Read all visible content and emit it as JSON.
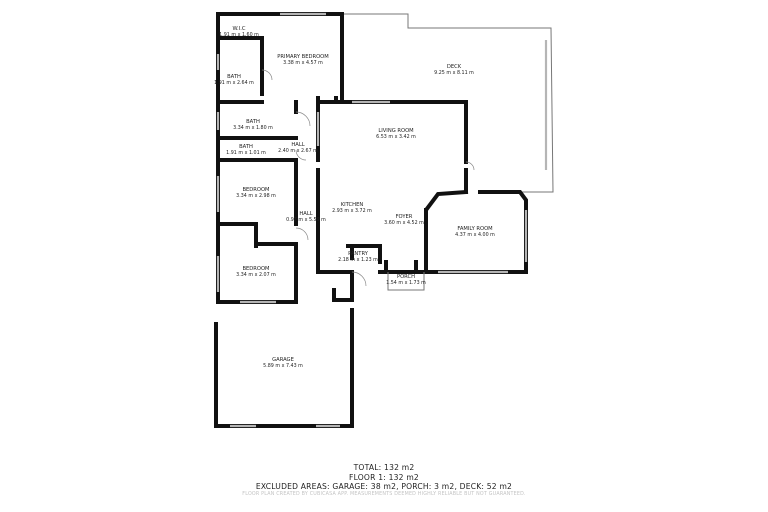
{
  "rooms": [
    {
      "id": "wlc",
      "name": "W.I.C",
      "dims": "1.91 m x 1.60 m"
    },
    {
      "id": "primary",
      "name": "PRIMARY BEDROOM",
      "dims": "3.38 m x 4.57 m"
    },
    {
      "id": "bath1",
      "name": "BATH",
      "dims": "1.91 m x 2.64 m"
    },
    {
      "id": "deck",
      "name": "DECK",
      "dims": "9.25 m x 8.11 m"
    },
    {
      "id": "bath2",
      "name": "BATH",
      "dims": "3.34 m x 1.80 m"
    },
    {
      "id": "living",
      "name": "LIVING ROOM",
      "dims": "6.53 m x 3.42 m"
    },
    {
      "id": "bath3",
      "name": "BATH",
      "dims": "1.91 m x 1.01 m"
    },
    {
      "id": "hall1",
      "name": "HALL",
      "dims": "2.40 m x 2.67 m"
    },
    {
      "id": "bedroom1",
      "name": "BEDROOM",
      "dims": "3.34 m x 2.98 m"
    },
    {
      "id": "kitchen",
      "name": "KITCHEN",
      "dims": "2.93 m x 3.72 m"
    },
    {
      "id": "hall2",
      "name": "HALL",
      "dims": "0.97 m x 5.59 m"
    },
    {
      "id": "foyer",
      "name": "FOYER",
      "dims": "3.60 m x 4.52 m"
    },
    {
      "id": "family",
      "name": "FAMILY ROOM",
      "dims": "4.37 m x 4.00 m"
    },
    {
      "id": "pantry",
      "name": "PANTRY",
      "dims": "2.18 m x 1.23 m"
    },
    {
      "id": "bedroom2",
      "name": "BEDROOM",
      "dims": "3.34 m x 2.07 m"
    },
    {
      "id": "porch",
      "name": "PORCH",
      "dims": "1.54 m x 1.73 m"
    },
    {
      "id": "garage",
      "name": "GARAGE",
      "dims": "5.89 m x 7.43 m"
    }
  ],
  "summary": {
    "total": "TOTAL: 132 m2",
    "floor": "FLOOR 1: 132 m2",
    "excluded": "EXCLUDED AREAS: GARAGE: 38 m2, PORCH: 3 m2, DECK: 52 m2"
  },
  "footer": "FLOOR PLAN CREATED BY CUBICASA APP. MEASUREMENTS DEEMED HIGHLY RELIABLE BUT NOT GUARANTEED."
}
